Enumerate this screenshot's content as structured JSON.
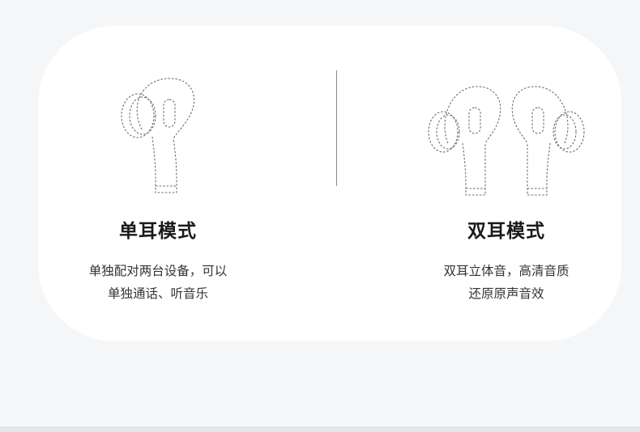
{
  "modes": {
    "single": {
      "title": "单耳模式",
      "desc_line1": "单独配对两台设备，可以",
      "desc_line2": "单独通话、听音乐",
      "icon": "single-earbud-icon"
    },
    "dual": {
      "title": "双耳模式",
      "desc_line1": "双耳立体音，高清音质",
      "desc_line2": "还原原声音效",
      "icon": "dual-earbuds-icon"
    }
  },
  "colors": {
    "card": "#ffffff",
    "background": "#f5f6f8",
    "divider": "#8a8a8a",
    "title": "#1a1a1a",
    "text": "#333333"
  }
}
